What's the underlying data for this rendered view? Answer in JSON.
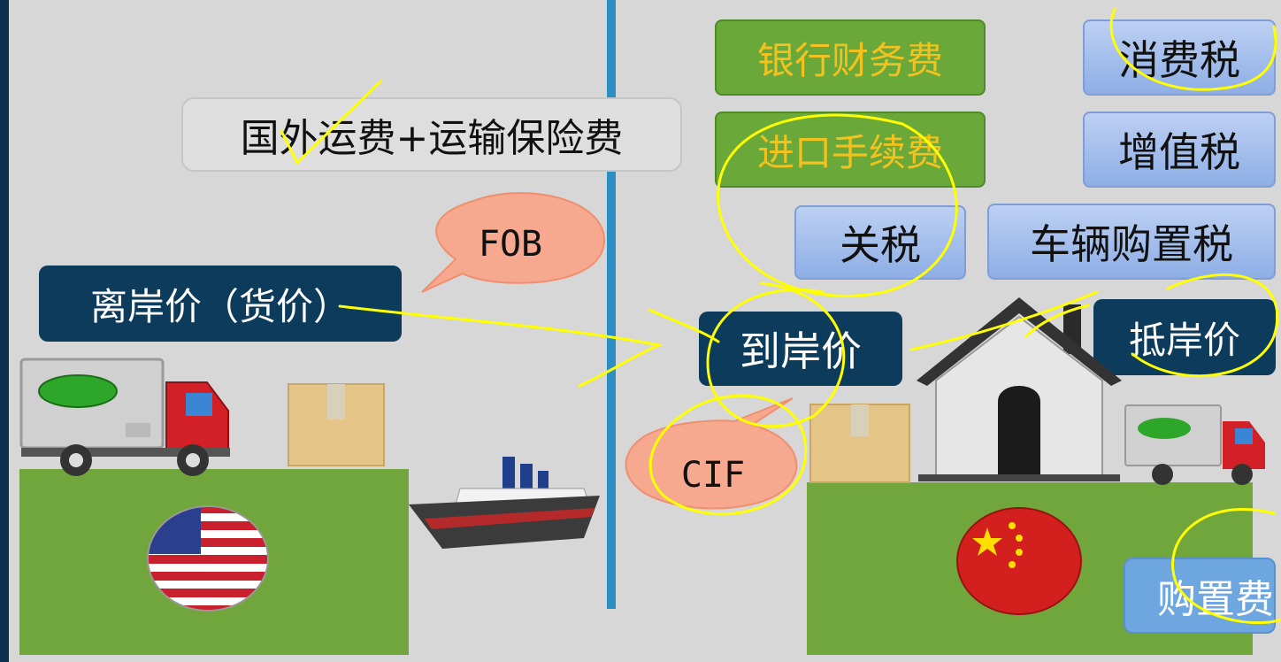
{
  "left_panel": {
    "freight_label": "国外运费+运输保险费",
    "fob_bubble": "FOB",
    "fob_price_label": "离岸价（货价）"
  },
  "center": {
    "cif_price_label": "到岸价",
    "cif_bubble": "CIF"
  },
  "right_panel": {
    "bank_fee_label": "银行财务费",
    "import_fee_label": "进口手续费",
    "tariff_label": "关税",
    "consumption_tax_label": "消费税",
    "vat_label": "增值税",
    "purchase_tax_label": "车辆购置税",
    "landed_price_label": "抵岸价",
    "purchase_cost_label": "购置费"
  },
  "colors": {
    "navy": "#0c3b5c",
    "green": "#6aa839",
    "gold_text": "#f4c21e",
    "light_blue": "#9fbbea",
    "bubble": "#f6a98e",
    "annotation": "#ffff00",
    "ground": "#70a63c"
  },
  "icons": [
    "us-flag-icon",
    "china-flag-icon",
    "truck-icon",
    "ship-icon",
    "cardboard-box-icon",
    "house-icon"
  ]
}
